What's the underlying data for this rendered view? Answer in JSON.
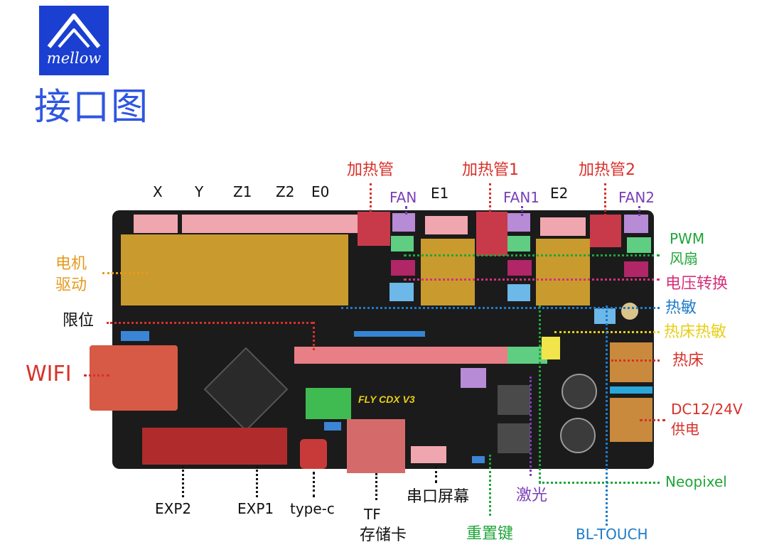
{
  "logo": {
    "text": "mellow"
  },
  "title": "接口图",
  "board_text": "FLY CDX V3",
  "labels": {
    "X": "X",
    "Y": "Y",
    "Z1": "Z1",
    "Z2": "Z2",
    "E0": "E0",
    "E1": "E1",
    "E2": "E2",
    "heater": "加热管",
    "heater1": "加热管1",
    "heater2": "加热管2",
    "fan": "FAN",
    "fan1": "FAN1",
    "fan2": "FAN2",
    "pwm_line1": "PWM",
    "pwm_line2": "风扇",
    "voltage": "电压转换",
    "thermistor": "热敏",
    "bed_thermistor": "热床热敏",
    "hotbed": "热床",
    "power_line1": "DC12/24V",
    "power_line2": "供电",
    "neopixel": "Neopixel",
    "bltouch": "BL-TOUCH",
    "laser": "激光",
    "reset": "重置键",
    "serial_screen": "串口屏幕",
    "tf_line1": "TF",
    "tf_line2": "存储卡",
    "typec": "type-c",
    "exp1": "EXP1",
    "exp2": "EXP2",
    "wifi": "WIFI",
    "limit": "限位",
    "motor_line1": "电机",
    "motor_line2": "驱动"
  },
  "colors": {
    "brand_blue": "#1a3fd1",
    "title_blue": "#2f56e0",
    "red": "#d8302a",
    "purple": "#7b3fb8",
    "green": "#1fa63a",
    "magenta": "#d6307a",
    "blue": "#1e7bc8",
    "yellow": "#e7cf16",
    "orange": "#e59a1f",
    "black": "#111111"
  }
}
